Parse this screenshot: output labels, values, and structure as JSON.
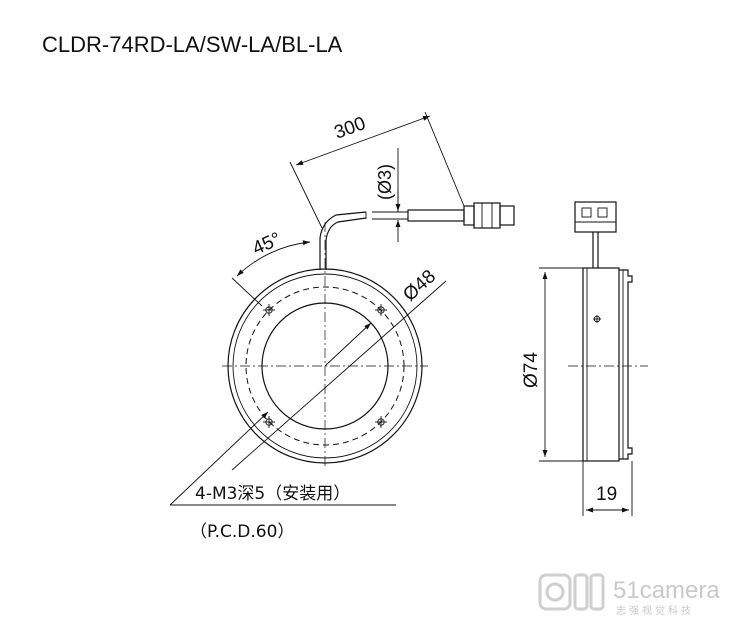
{
  "title": "CLDR-74RD-LA/SW-LA/BL-LA",
  "dimensions": {
    "cable_length": "300",
    "cable_diameter": "(Ø3)",
    "cable_angle": "45°",
    "inner_diameter": "Ø48",
    "outer_diameter": "Ø74",
    "thickness": "19"
  },
  "notes": {
    "mounting_holes": "4-M3深5（安装用）",
    "pcd": "（P.C.D.60）"
  },
  "watermark": {
    "brand": "51camera",
    "subtitle": "志强视觉科技"
  }
}
